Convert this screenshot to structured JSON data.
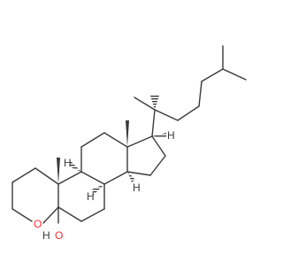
{
  "molecule": {
    "type": "skeletal-formula",
    "bond_color": "#3a3a3a",
    "heteroatom_color": "#ff2a2a",
    "labels": {
      "ring_oxygen": "O",
      "hydroxyl_oxygen": "O",
      "hydroxyl_hydrogen": "H",
      "stereo_h_9": "H",
      "stereo_h_8": "H",
      "stereo_h_14": "H",
      "stereo_h_17": "H"
    }
  }
}
